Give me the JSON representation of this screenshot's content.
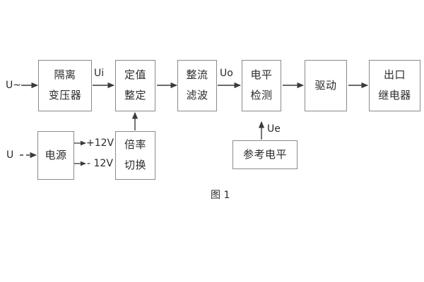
{
  "figure": {
    "caption": "图 1",
    "colors": {
      "background": "#ffffff",
      "box_border": "#8a8a8a",
      "text": "#2a2a2a",
      "connector": "#3a3a3a"
    }
  },
  "blocks": [
    {
      "id": "isolation-transformer",
      "lines": [
        "隔离",
        "变压器"
      ]
    },
    {
      "id": "setting-value",
      "lines": [
        "定值",
        "整定"
      ]
    },
    {
      "id": "rectify-filter",
      "lines": [
        "整流",
        "滤波"
      ]
    },
    {
      "id": "level-detection",
      "lines": [
        "电平",
        "检测"
      ]
    },
    {
      "id": "drive",
      "lines": [
        "驱动"
      ]
    },
    {
      "id": "output-relay",
      "lines": [
        "出口",
        "继电器"
      ]
    },
    {
      "id": "power-supply",
      "lines": [
        "电源"
      ]
    },
    {
      "id": "multiplier-switch",
      "lines": [
        "倍率",
        "切换"
      ]
    },
    {
      "id": "reference-level",
      "lines": [
        "参考电平"
      ]
    }
  ],
  "labels": {
    "input_ac": "U~",
    "input_dc": "U",
    "signal_ui": "Ui",
    "signal_uo": "Uo",
    "signal_ue": "Ue",
    "rail_positive": "+12V",
    "rail_negative": "- 12V"
  }
}
